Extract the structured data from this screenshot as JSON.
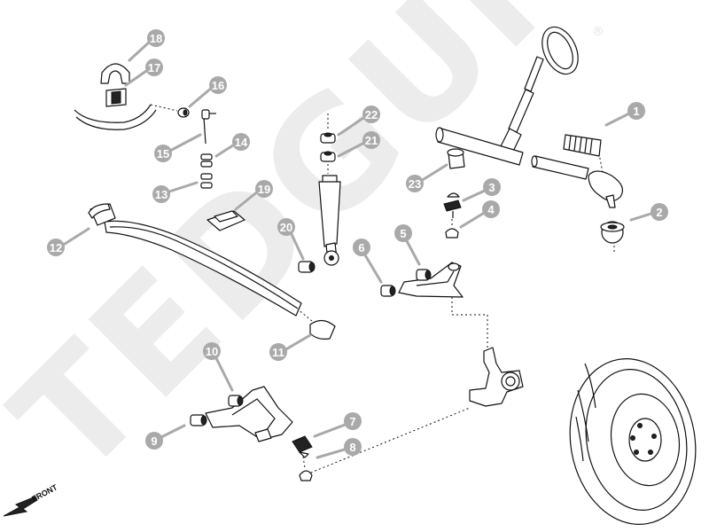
{
  "watermark": {
    "text": "TEDGUM",
    "symbol": "®"
  },
  "front_label": "FRONT",
  "callouts": [
    "1",
    "2",
    "3",
    "4",
    "5",
    "6",
    "7",
    "8",
    "9",
    "10",
    "11",
    "12",
    "13",
    "14",
    "15",
    "16",
    "17",
    "18",
    "19",
    "20",
    "21",
    "22",
    "23"
  ],
  "colors": {
    "badge": "#a9a9a9",
    "watermark": "#ececec",
    "outline": "#111111"
  }
}
